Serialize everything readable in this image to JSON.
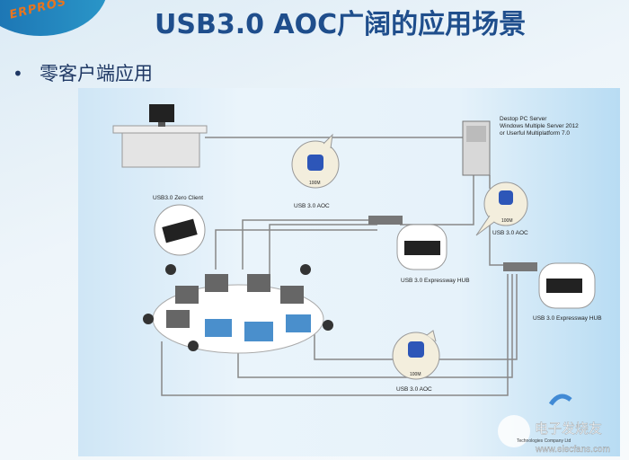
{
  "logo": {
    "text": "ERPROS"
  },
  "title": "USB3.0 AOC广阔的应用场景",
  "bullet": {
    "marker": "•",
    "text": "零客户端应用"
  },
  "diagram": {
    "server_label": [
      "Destop PC Server",
      "Windows Multiple Server 2012",
      "or Userful Multiplatform 7.0"
    ],
    "zero_client_label": "USB3.0 Zero Client",
    "aoc_badge": "100M",
    "aoc_label": "USB 3.0 AOC",
    "hub_label": "USB 3.0 Expressway HUB",
    "watermark": {
      "brand": "电子发烧友",
      "url": "www.elecfans.com",
      "company": "Technologies Company Ltd"
    }
  }
}
